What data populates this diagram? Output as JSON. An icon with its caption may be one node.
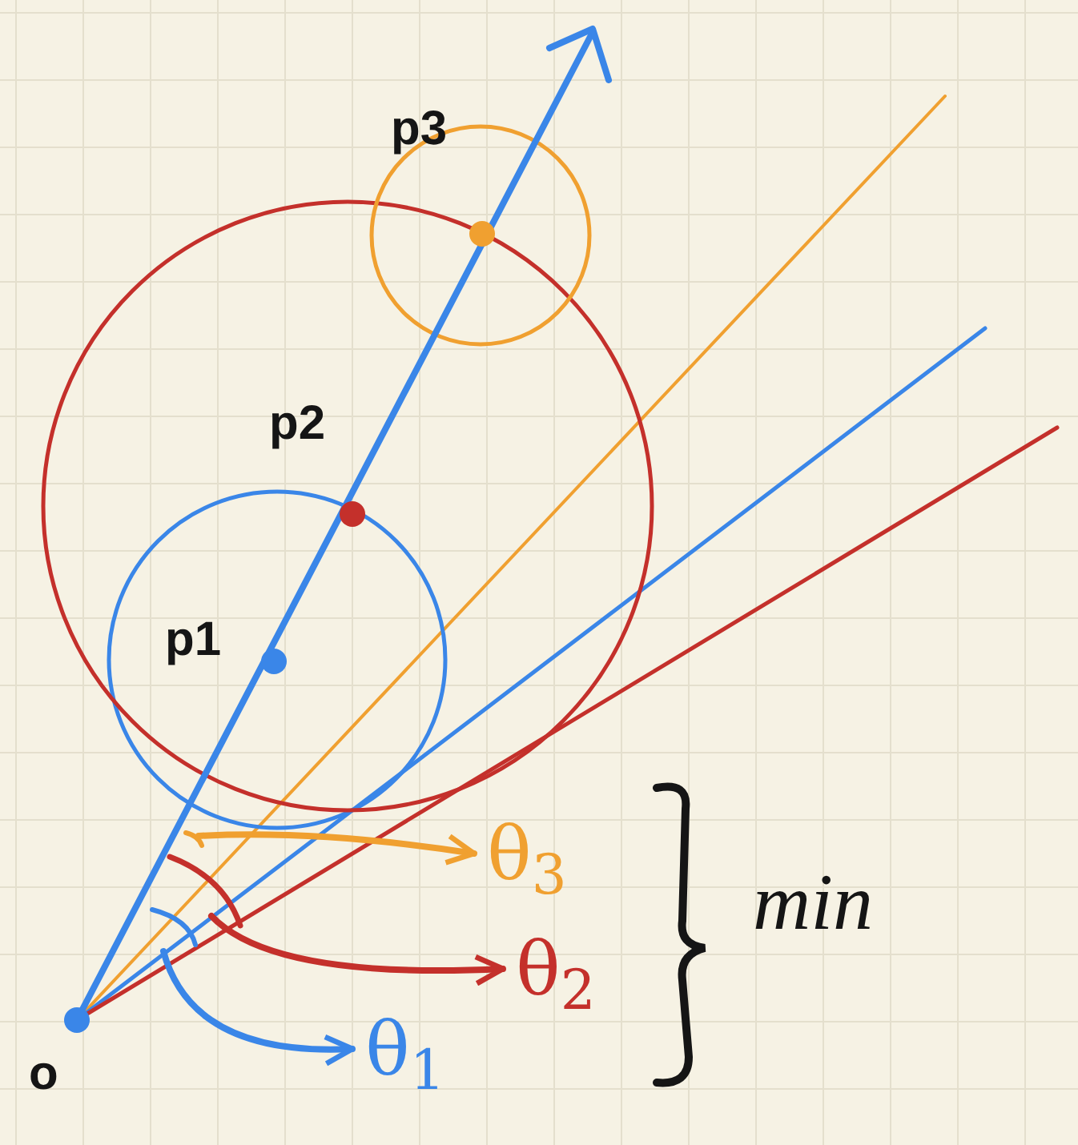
{
  "diagram": {
    "nodes": [
      {
        "text": [
          "θ$_{3}$"
        ]
      },
      {
        "text": [
          "θ$_{2}$"
        ]
      },
      {
        "text": [
          "θ$_{1}$"
        ]
      }
    ],
    "edges": [
      {
        "from": null,
        "to": 0,
        "arrow": "to",
        "color": "#f0a030"
      },
      {
        "from": null,
        "to": 1,
        "arrow": "to",
        "color": "#c4302b"
      },
      {
        "from": null,
        "to": 2,
        "arrow": "to",
        "color": "#3a86e8"
      }
    ],
    "labels": [
      "p3",
      "p2",
      "p1",
      "o",
      "min"
    ]
  }
}
